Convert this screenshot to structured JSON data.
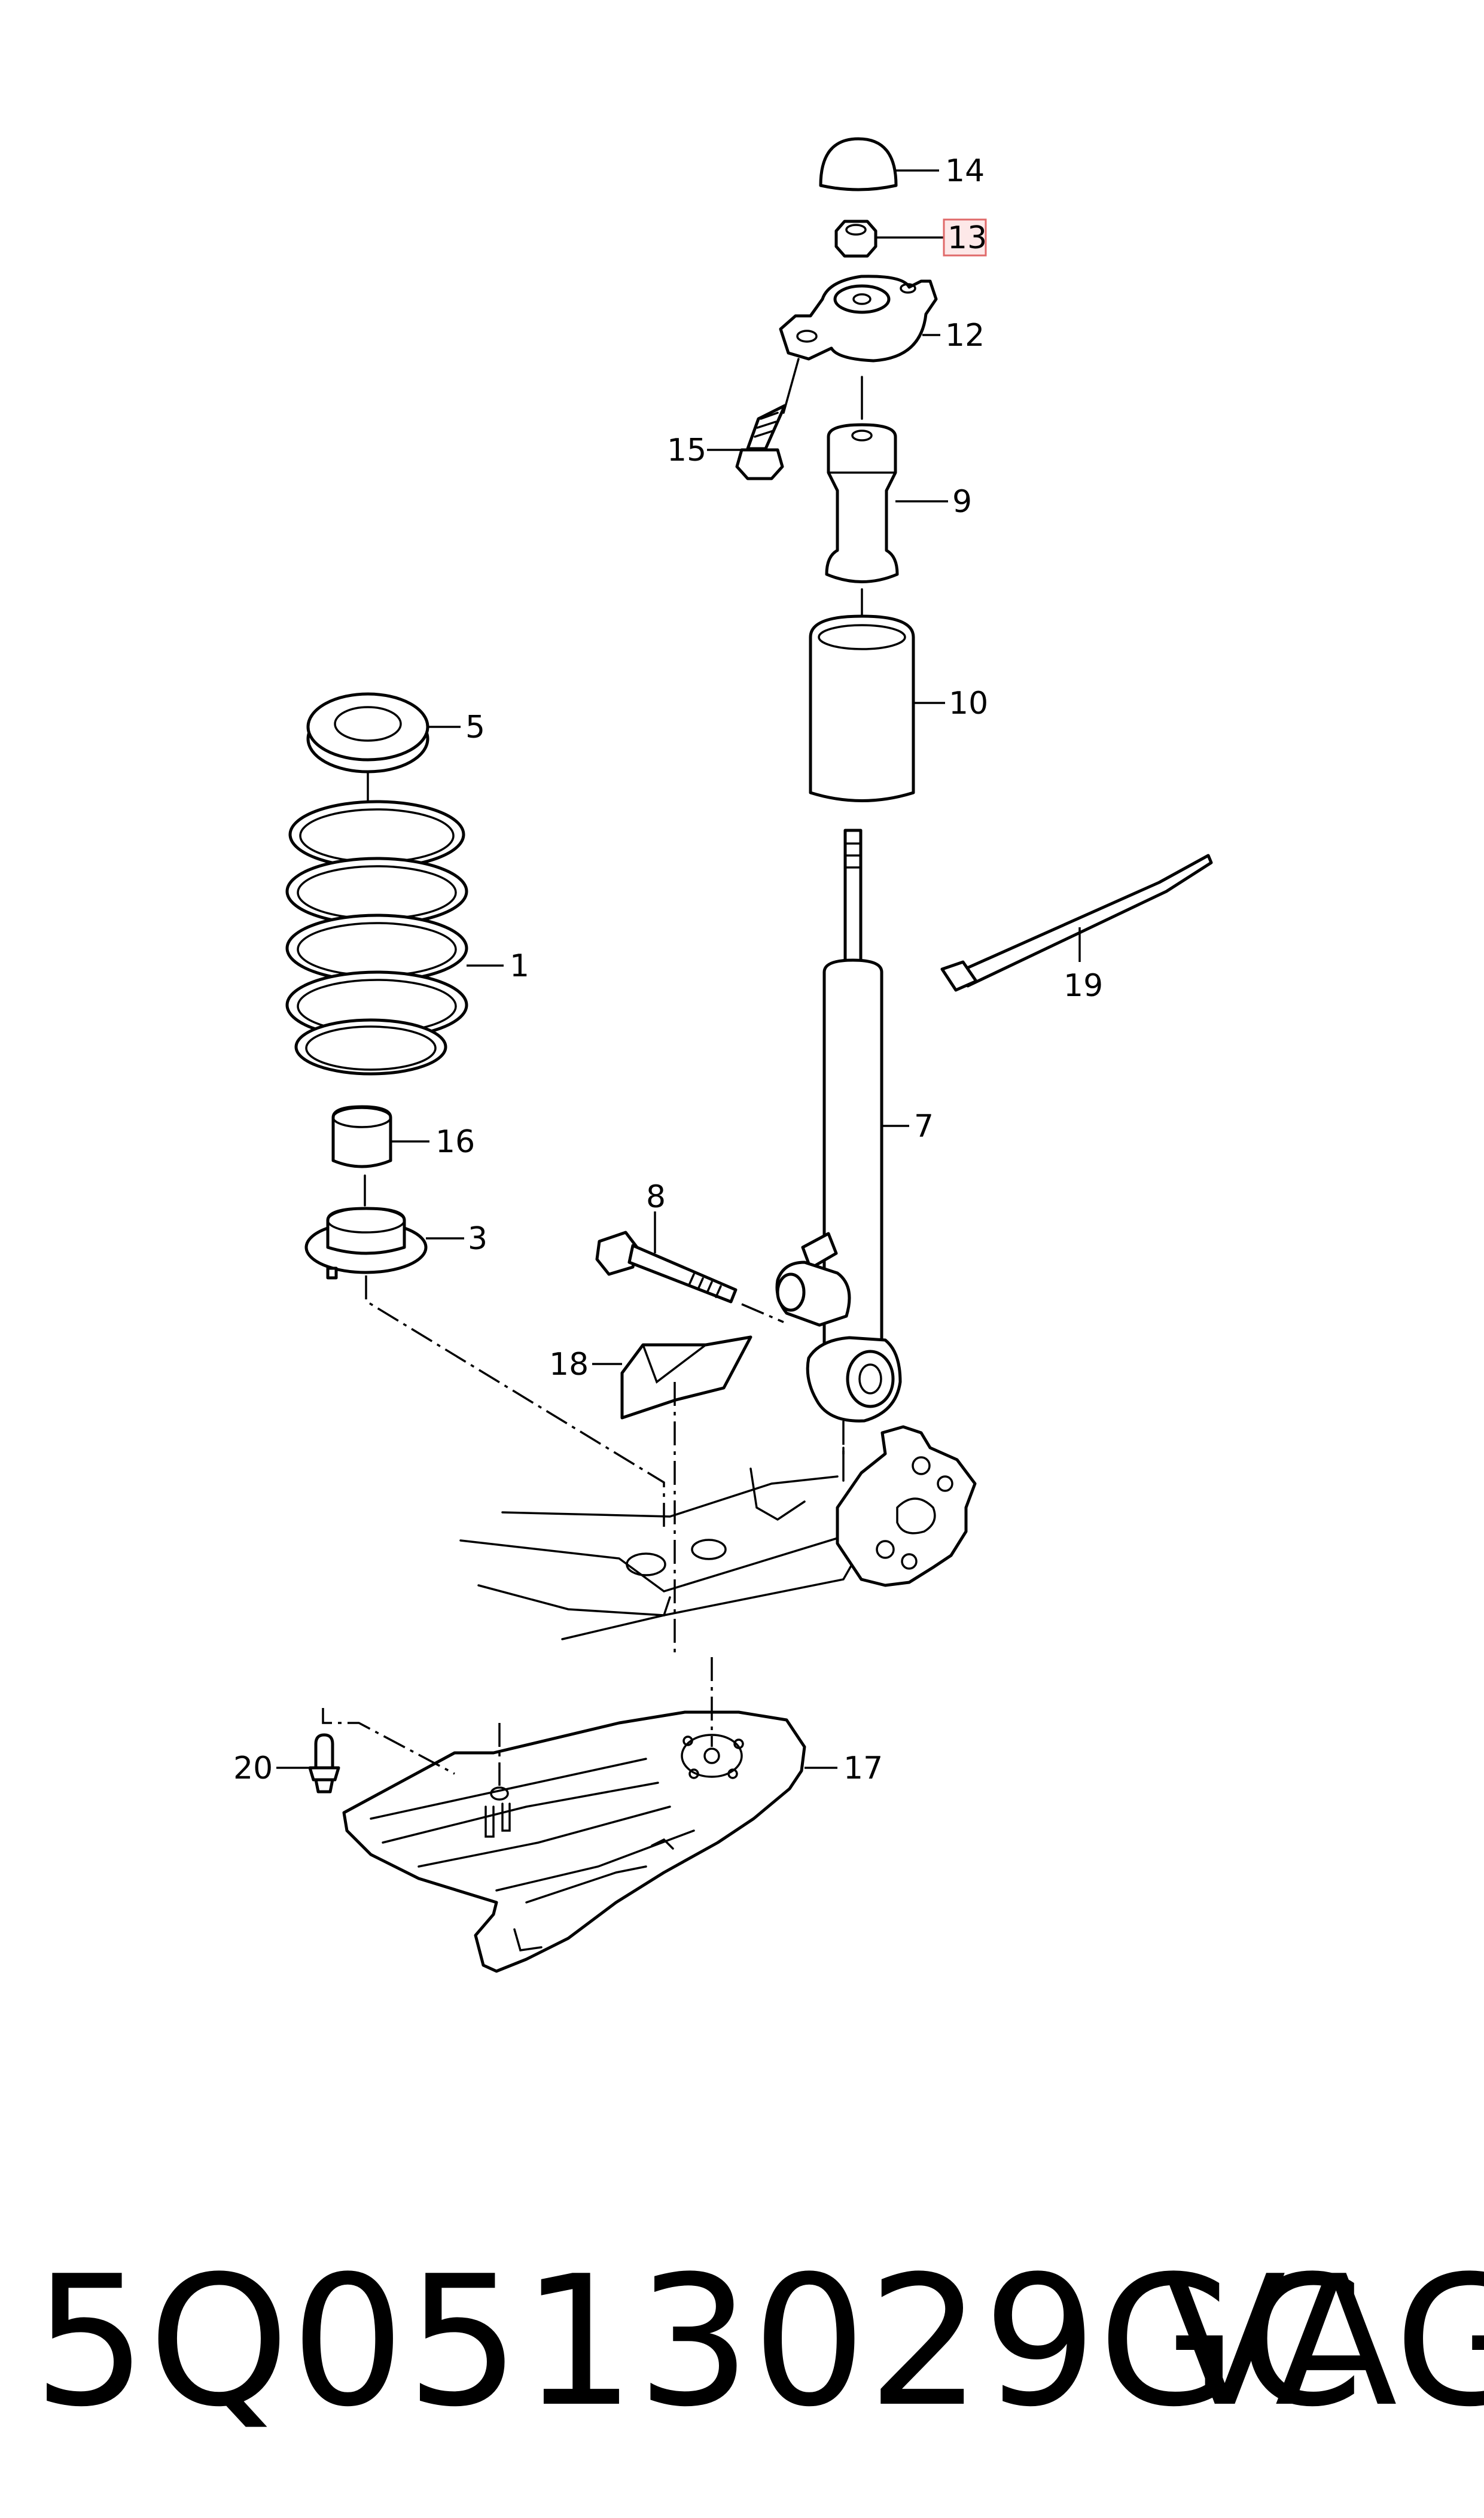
{
  "diagram": {
    "callouts": {
      "c1": "1",
      "c3": "3",
      "c5": "5",
      "c7": "7",
      "c8": "8",
      "c9": "9",
      "c10": "10",
      "c12": "12",
      "c13": "13",
      "c14": "14",
      "c15": "15",
      "c16": "16",
      "c17": "17",
      "c18": "18",
      "c19": "19",
      "c20": "20"
    },
    "highlighted_callout": "13",
    "highlight_color": "#e06a6a"
  },
  "footer": {
    "part_number": "5Q0513029GC",
    "brand": "VAG"
  }
}
